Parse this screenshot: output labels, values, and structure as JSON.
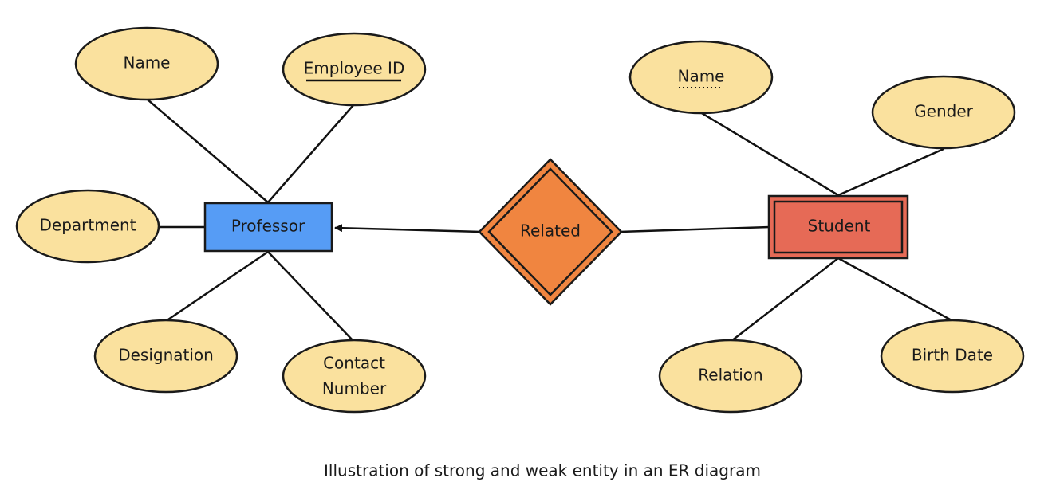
{
  "diagram": {
    "strong_entity": {
      "label": "Professor",
      "color": "#569cf5"
    },
    "weak_entity": {
      "label": "Student",
      "color": "#e66a56"
    },
    "relationship": {
      "label": "Related",
      "color": "#f08540"
    },
    "attribute_color": "#fae19e",
    "professor_attributes": {
      "name": "Name",
      "employee_id": "Employee ID",
      "department": "Department",
      "designation": "Designation",
      "contact_line1": "Contact",
      "contact_line2": "Number"
    },
    "student_attributes": {
      "name": "Name",
      "gender": "Gender",
      "relation": "Relation",
      "birth_date": "Birth Date"
    },
    "caption": "Illustration of strong and weak entity in an ER diagram"
  }
}
